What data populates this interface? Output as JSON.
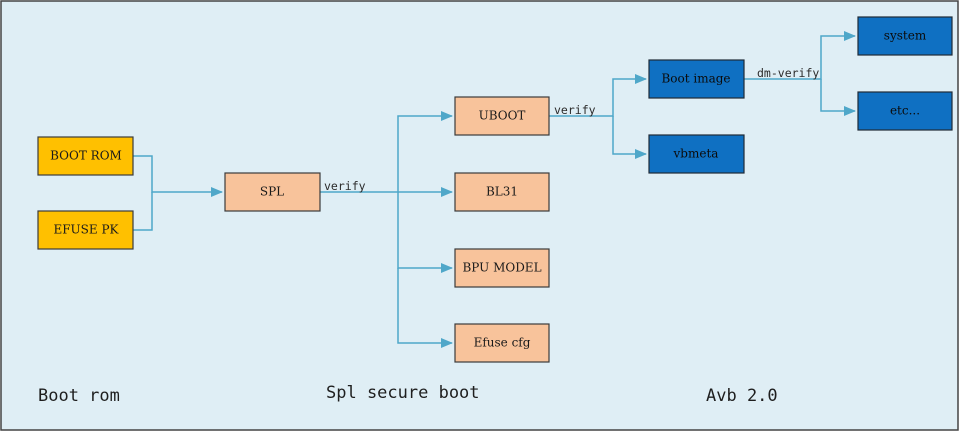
{
  "colors": {
    "background": "#dfeef5",
    "border": "#444444",
    "arrow": "#4fa7c9",
    "yellow_fill": "#ffc000",
    "peach_fill": "#f8c39b",
    "blue_fill": "#0f70c2",
    "box_stroke": "#3b3b3b"
  },
  "nodes": {
    "boot_rom": "BOOT ROM",
    "efuse_pk": "EFUSE PK",
    "spl": "SPL",
    "uboot": "UBOOT",
    "bl31": "BL31",
    "bpu_model": "BPU MODEL",
    "efuse_cfg": "Efuse cfg",
    "boot_image": "Boot image",
    "vbmeta": "vbmeta",
    "system": "system",
    "etc": "etc..."
  },
  "edge_labels": {
    "spl_verify": "verify",
    "uboot_verify": "verify",
    "dm_verify": "dm-verify"
  },
  "sections": {
    "boot_rom": "Boot rom",
    "spl_secure_boot": "Spl secure boot",
    "avb": "Avb 2.0"
  }
}
